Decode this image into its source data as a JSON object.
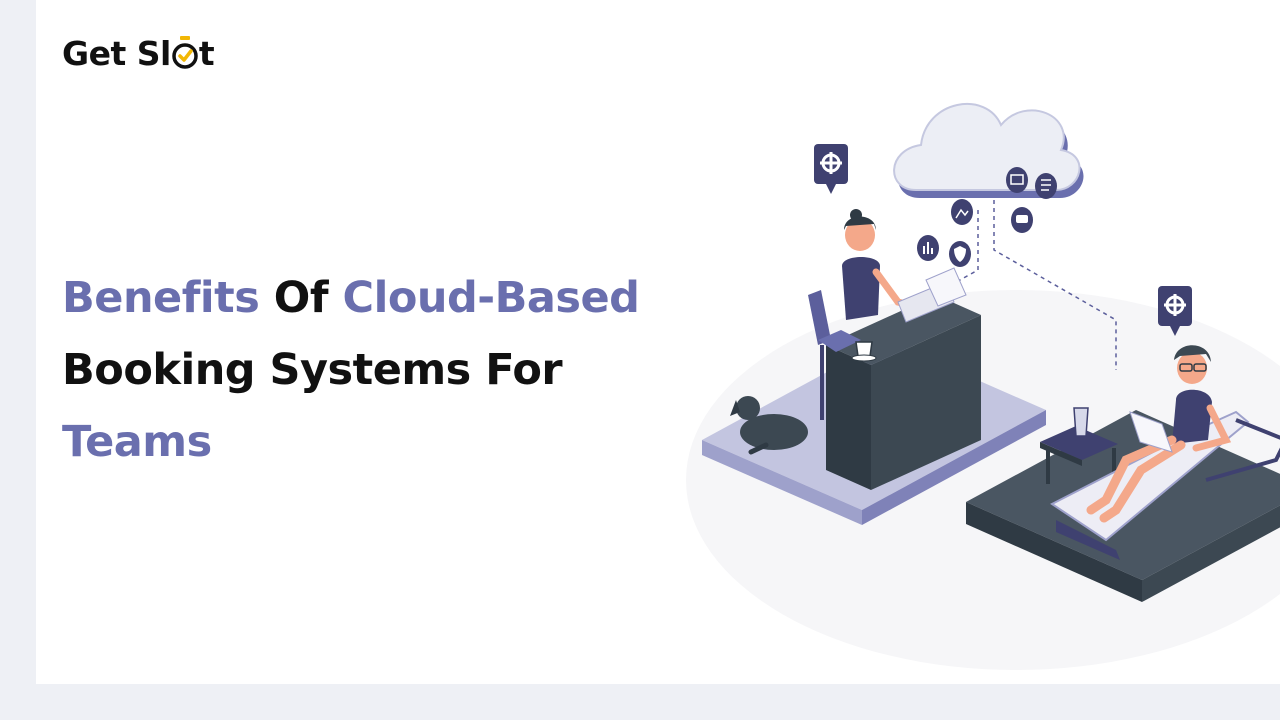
{
  "brand": {
    "name_part1": "Get Sl",
    "name_part2": "t",
    "accent_color": "#f2b705",
    "mark_icon": "clock-check-icon"
  },
  "headline": {
    "w1": "Benefits",
    "w2": "Of",
    "w3": "Cloud-Based",
    "line2": "Booking Systems For",
    "line3": "Teams",
    "accent_color": "#6a6fae",
    "text_color": "#111111"
  },
  "illustration": {
    "icons": [
      "cloud-icon",
      "gear-icon",
      "mail-icon",
      "document-icon",
      "chat-icon",
      "image-icon",
      "chart-icon",
      "shield-icon",
      "coffee-cup-icon",
      "laptop-icon",
      "glass-icon"
    ]
  }
}
